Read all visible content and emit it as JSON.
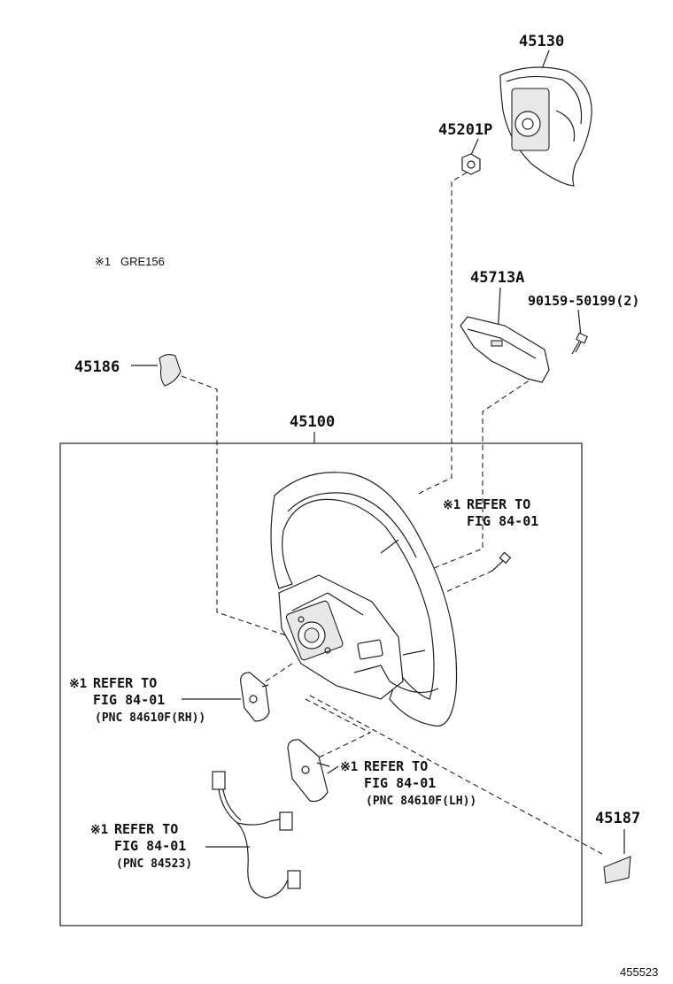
{
  "parts": {
    "p45130": "45130",
    "p45201P": "45201P",
    "p45713A": "45713A",
    "p90159": "90159-50199(2)",
    "p45186": "45186",
    "p45100": "45100",
    "p45187": "45187"
  },
  "note": {
    "mark": "※1",
    "text": "GRE156"
  },
  "refs": {
    "top": {
      "mark": "※1",
      "line1": "REFER TO",
      "line2": "FIG 84-01"
    },
    "rh": {
      "mark": "※1",
      "line1": "REFER TO",
      "line2": "FIG 84-01",
      "line3": "(PNC 84610F(RH))"
    },
    "lh": {
      "mark": "※1",
      "line1": "REFER TO",
      "line2": "FIG 84-01",
      "line3": "(PNC 84610F(LH))"
    },
    "wire": {
      "mark": "※1",
      "line1": "REFER TO",
      "line2": "FIG 84-01",
      "line3": "(PNC 84523)"
    }
  },
  "figure_id": "455523"
}
